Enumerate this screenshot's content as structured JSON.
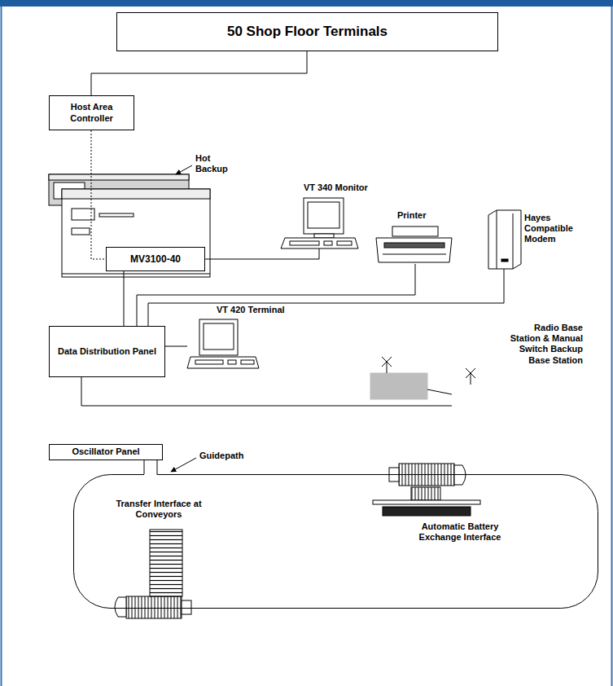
{
  "diagram": {
    "nodes": [
      {
        "text": [
          "50 Shop Floor Terminals"
        ]
      },
      {
        "text": [
          "Host Area Controller"
        ]
      },
      {
        "text": [
          "MV3100-40"
        ]
      },
      {
        "text": [
          "VT 340 Monitor"
        ]
      },
      {
        "text": [
          "Printer"
        ]
      },
      {
        "text": [
          "Hayes Compatible Modem"
        ]
      },
      {
        "text": [
          "Data Distribution Panel"
        ]
      },
      {
        "text": [
          "VT 420 Terminal"
        ]
      },
      {
        "text": [
          "Radio Base Station & Manual Switch Backup Base Station"
        ]
      },
      {
        "text": [
          "Oscillator Panel"
        ]
      },
      {
        "text": [
          "Guidepath"
        ]
      }
    ],
    "edges": [
      {
        "from": 0,
        "to": 1,
        "arrow": "none"
      },
      {
        "from": 1,
        "to": 2,
        "arrow": "none"
      },
      {
        "from": 2,
        "to": 3,
        "arrow": "none"
      },
      {
        "from": 2,
        "to": 6,
        "arrow": "none"
      },
      {
        "from": 6,
        "to": 4,
        "arrow": "none"
      },
      {
        "from": 6,
        "to": 5,
        "arrow": "none"
      },
      {
        "from": 6,
        "to": 7,
        "arrow": "none"
      },
      {
        "from": 6,
        "to": 8,
        "arrow": "none"
      },
      {
        "from": 9,
        "to": 10,
        "arrow": "none"
      }
    ],
    "labels": [
      "Hot Backup",
      "Transfer Interface at Conveyors",
      "Automatic Battery Exchange Interface"
    ]
  }
}
